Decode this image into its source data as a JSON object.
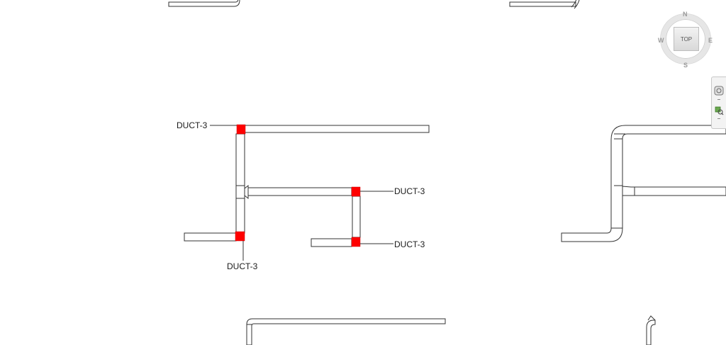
{
  "duct_tags": {
    "tag_upper_left": "DUCT-3",
    "tag_mid_right": "DUCT-3",
    "tag_lower_right": "DUCT-3",
    "tag_lower_left": "DUCT-3"
  },
  "viewcube": {
    "face_label": "TOP",
    "north": "N",
    "east": "E",
    "south": "S",
    "west": "W"
  },
  "icons": {
    "navigation_wheel": "steering-wheel-icon",
    "zoom": "zoom-region-icon"
  },
  "colors": {
    "background": "#ffffff",
    "duct_stroke": "#333333",
    "highlight_fitting": "#ff0000"
  }
}
